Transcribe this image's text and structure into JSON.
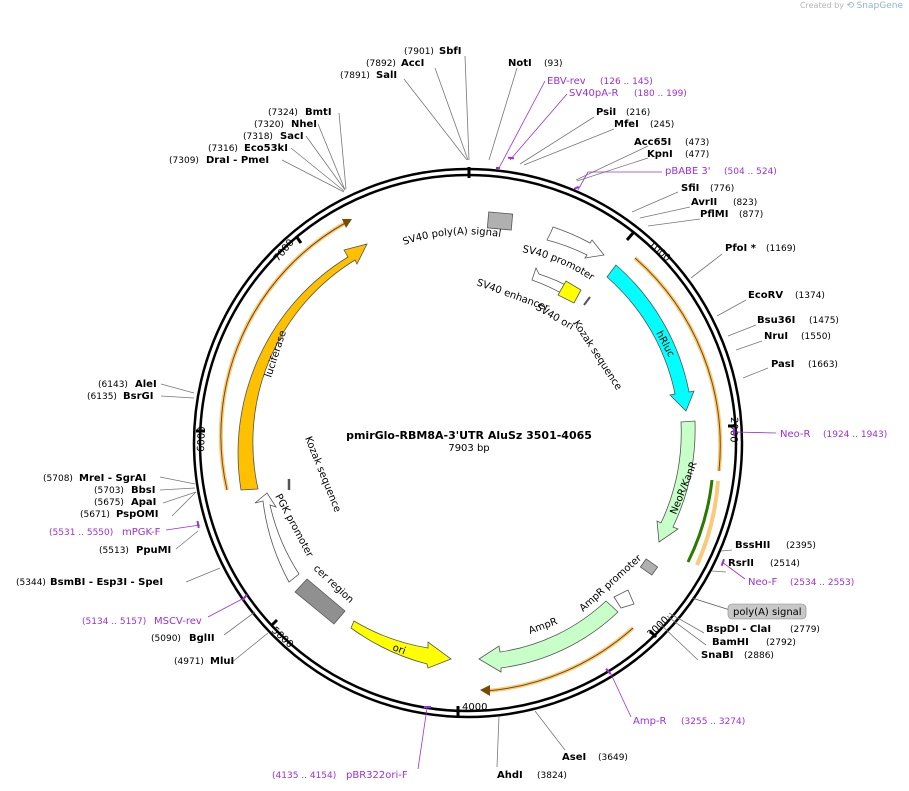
{
  "credit": {
    "text": "Created by",
    "brand": "SnapGene"
  },
  "plasmid": {
    "name": "pmirGlo-RBM8A-3'UTR AluSz 3501-4065",
    "length": "7903 bp",
    "total_bp": 7903
  },
  "colors": {
    "site": "#000000",
    "primer": "#9b30d9",
    "backbone": "#000000",
    "hRluc": "#00ffff",
    "luciferase": "#ffc000",
    "neo": "#c8ffc8",
    "ori": "#ffff00",
    "kozak": "#ffff00",
    "polyA": "#b0b0b0",
    "cer": "#909090",
    "promoter": "#ffffff",
    "orf": "#f5a623"
  },
  "ticks": [
    "1000",
    "2000",
    "3000",
    "4000",
    "5000",
    "6000",
    "7000"
  ],
  "sites": [
    {
      "name": "SbfI",
      "pos": "(7901)",
      "num": 7901
    },
    {
      "name": "AccI",
      "pos": "(7892)",
      "num": 7892
    },
    {
      "name": "SalI",
      "pos": "(7891)",
      "num": 7891
    },
    {
      "name": "NotI",
      "pos": "(93)",
      "num": 93
    },
    {
      "name": "PsiI",
      "pos": "(216)",
      "num": 216
    },
    {
      "name": "MfeI",
      "pos": "(245)",
      "num": 245
    },
    {
      "name": "Acc65I",
      "pos": "(473)",
      "num": 473
    },
    {
      "name": "KpnI",
      "pos": "(477)",
      "num": 477
    },
    {
      "name": "SfiI",
      "pos": "(776)",
      "num": 776
    },
    {
      "name": "AvrII",
      "pos": "(823)",
      "num": 823
    },
    {
      "name": "PflMI",
      "pos": "(877)",
      "num": 877
    },
    {
      "name": "PfoI *",
      "pos": "(1169)",
      "num": 1169
    },
    {
      "name": "EcoRV",
      "pos": "(1374)",
      "num": 1374
    },
    {
      "name": "Bsu36I",
      "pos": "(1475)",
      "num": 1475
    },
    {
      "name": "NruI",
      "pos": "(1550)",
      "num": 1550
    },
    {
      "name": "PasI",
      "pos": "(1663)",
      "num": 1663
    },
    {
      "name": "BssHII",
      "pos": "(2395)",
      "num": 2395
    },
    {
      "name": "RsrII",
      "pos": "(2514)",
      "num": 2514
    },
    {
      "name": "BspDI - ClaI",
      "pos": "(2779)",
      "num": 2779
    },
    {
      "name": "BamHI",
      "pos": "(2792)",
      "num": 2792
    },
    {
      "name": "SnaBI",
      "pos": "(2886)",
      "num": 2886
    },
    {
      "name": "AseI",
      "pos": "(3649)",
      "num": 3649
    },
    {
      "name": "AhdI",
      "pos": "(3824)",
      "num": 3824
    },
    {
      "name": "MluI",
      "pos": "(4971)",
      "num": 4971
    },
    {
      "name": "BglII",
      "pos": "(5090)",
      "num": 5090
    },
    {
      "name": "BsmBI - Esp3I - SpeI",
      "pos": "(5344)",
      "num": 5344
    },
    {
      "name": "PpuMI",
      "pos": "(5513)",
      "num": 5513
    },
    {
      "name": "PspOMI",
      "pos": "(5671)",
      "num": 5671
    },
    {
      "name": "ApaI",
      "pos": "(5675)",
      "num": 5675
    },
    {
      "name": "BbsI",
      "pos": "(5703)",
      "num": 5703
    },
    {
      "name": "MreI - SgrAI",
      "pos": "(5708)",
      "num": 5708
    },
    {
      "name": "BsrGI",
      "pos": "(6135)",
      "num": 6135
    },
    {
      "name": "AleI",
      "pos": "(6143)",
      "num": 6143
    },
    {
      "name": "DraI - PmeI",
      "pos": "(7309)",
      "num": 7309
    },
    {
      "name": "Eco53kI",
      "pos": "(7316)",
      "num": 7316
    },
    {
      "name": "SacI",
      "pos": "(7318)",
      "num": 7318
    },
    {
      "name": "NheI",
      "pos": "(7320)",
      "num": 7320
    },
    {
      "name": "BmtI",
      "pos": "(7324)",
      "num": 7324
    }
  ],
  "primers": [
    {
      "name": "EBV-rev",
      "range": "(126 .. 145)"
    },
    {
      "name": "SV40pA-R",
      "range": "(180 .. 199)"
    },
    {
      "name": "pBABE 3'",
      "range": "(504 .. 524)"
    },
    {
      "name": "Neo-R",
      "range": "(1924 .. 1943)"
    },
    {
      "name": "Neo-F",
      "range": "(2534 .. 2553)"
    },
    {
      "name": "Amp-R",
      "range": "(3255 .. 3274)"
    },
    {
      "name": "pBR322ori-F",
      "range": "(4135 .. 4154)"
    },
    {
      "name": "MSCV-rev",
      "range": "(5134 .. 5157)"
    },
    {
      "name": "mPGK-F",
      "range": "(5531 .. 5550)"
    }
  ],
  "features": {
    "hRluc": "hRluc",
    "luciferase": "luciferase",
    "neo": "NeoR/KanR",
    "amp": "AmpR",
    "amp_promoter": "AmpR promoter",
    "ori": "ori",
    "sv40_polyA": "SV40 poly(A) signal",
    "sv40_promoter": "SV40 promoter",
    "sv40_enhancer": "SV40 enhancer",
    "sv40_ori": "SV40 ori",
    "kozak1": "Kozak sequence",
    "kozak2": "Kozak sequence",
    "pgk_promoter": "PGK promoter",
    "cer_region": "cer region",
    "polyA_signal": "poly(A) signal"
  }
}
